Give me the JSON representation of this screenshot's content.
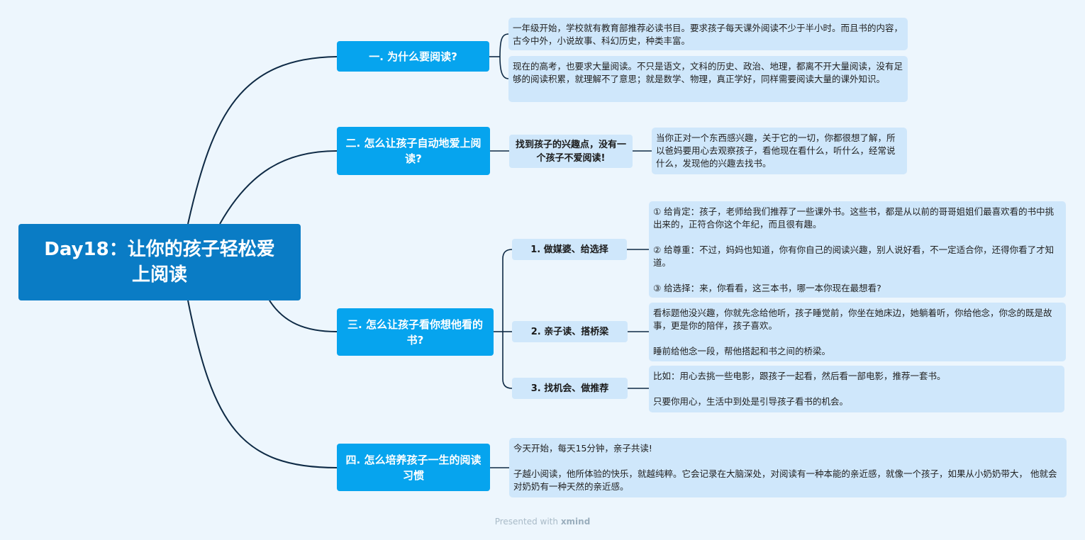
{
  "root": {
    "title": "Day18：让你的孩子轻松爱上阅读"
  },
  "branches": [
    {
      "label": "一. 为什么要阅读?",
      "notes": [
        "一年级开始，学校就有教育部推荐必读书目。要求孩子每天课外阅读不少于半小时。而且书的内容，古今中外，小说故事、科幻历史，种类丰富。",
        "现在的高考，也要求大量阅读。不只是语文，文科的历史、政治、地理，都离不开大量阅读，没有足够的阅读积累，就理解不了意思；就是数学、物理，真正学好，同样需要阅读大量的课外知识。"
      ]
    },
    {
      "label": "二. 怎么让孩子自动地爱上阅读?",
      "sub": "找到孩子的兴趣点，没有一个孩子不爱阅读!",
      "note": "当你正对一个东西感兴趣，关于它的一切，你都很想了解，所以爸妈要用心去观察孩子，看他现在看什么，听什么，经常说什么，发现他的兴趣去找书。"
    },
    {
      "label": "三. 怎么让孩子看你想他看的书?",
      "subs": [
        {
          "label": "1. 做媒婆、给选择",
          "note": "① 给肯定：孩子，老师给我们推荐了一些课外书。这些书，都是从以前的哥哥姐姐们最喜欢看的书中挑出来的，正符合你这个年纪，而且很有趣。\n\n② 给尊重：不过，妈妈也知道，你有你自己的阅读兴趣，别人说好看，不一定适合你，还得你看了才知道。\n\n③ 给选择：来，你看看，这三本书，哪一本你现在最想看?"
        },
        {
          "label": "2. 亲子读、搭桥梁",
          "note": "看标题他没兴趣，你就先念给他听，孩子睡觉前，你坐在她床边，她躺着听，你给他念，你念的既是故事，更是你的陪伴，孩子喜欢。\n\n睡前给他念一段，帮他搭起和书之间的桥梁。"
        },
        {
          "label": "3. 找机会、做推荐",
          "note": "比如：用心去挑一些电影，跟孩子一起看，然后看一部电影，推荐一套书。\n\n只要你用心，生活中到处是引导孩子看书的机会。"
        }
      ]
    },
    {
      "label": "四. 怎么培养孩子一生的阅读习惯",
      "note": "今天开始，每天15分钟，亲子共读!\n\n子越小阅读，他所体验的快乐，就越纯粹。它会记录在大脑深处，对阅读有一种本能的亲近感，就像一个孩子，如果从小奶奶带大， 他就会对奶奶有一种天然的亲近感。"
    }
  ],
  "footer": {
    "prefix": "Presented with",
    "brand": "xmind"
  },
  "colors": {
    "background": "#edf6fd",
    "root": "#0a7cc5",
    "branch": "#06a4ee",
    "node_light": "#cfe7fb",
    "connector": "#0e2a45"
  }
}
